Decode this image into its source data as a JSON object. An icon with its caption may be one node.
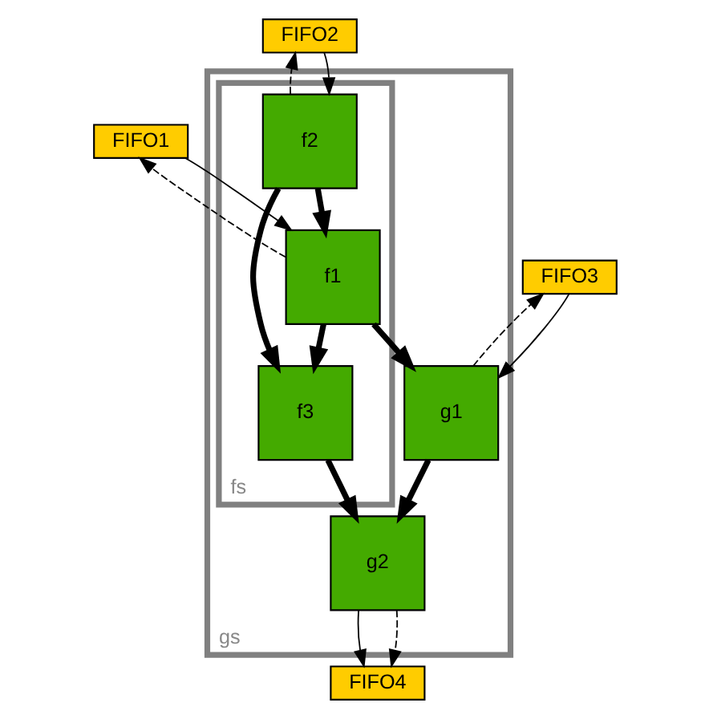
{
  "diagram": {
    "nodes": [
      {
        "text": [
          "FIFO1"
        ]
      },
      {
        "text": [
          "FIFO2"
        ]
      },
      {
        "text": [
          "FIFO3"
        ]
      },
      {
        "text": [
          "gs"
        ]
      },
      {
        "text": [
          "fs"
        ],
        "in": 3
      },
      {
        "text": [
          "f2"
        ],
        "in": 4
      },
      {
        "text": [
          "f1"
        ],
        "in": 4
      },
      {
        "text": [
          "f3"
        ],
        "in": 4
      },
      {
        "text": [
          "g1"
        ],
        "in": 3
      },
      {
        "text": [
          "g2"
        ],
        "in": 3
      },
      {
        "text": [
          "FIFO4"
        ]
      }
    ],
    "edges": [
      {
        "from": 0,
        "to": 6,
        "arrow": "to"
      },
      {
        "from": 1,
        "to": 5,
        "arrow": "to"
      },
      {
        "from": 2,
        "to": 8,
        "arrow": "to"
      },
      {
        "from": 5,
        "to": 6,
        "arrow": "to",
        "style": "thick"
      },
      {
        "from": 5,
        "to": 7,
        "arrow": "to",
        "style": "thick"
      },
      {
        "from": 6,
        "to": 7,
        "arrow": "to",
        "style": "thick"
      },
      {
        "from": 6,
        "to": 8,
        "arrow": "to",
        "style": "thick"
      },
      {
        "from": 7,
        "to": 9,
        "arrow": "to",
        "style": "thick"
      },
      {
        "from": 8,
        "to": 9,
        "arrow": "to",
        "style": "thick"
      },
      {
        "from": 9,
        "to": 10,
        "arrow": "to"
      },
      {
        "from": 9,
        "to": 10,
        "arrow": "to",
        "style": "dashed"
      },
      {
        "from": 6,
        "to": 0,
        "arrow": "to",
        "style": "dashed"
      },
      {
        "from": 5,
        "to": 1,
        "arrow": "to",
        "style": "dashed"
      },
      {
        "from": 8,
        "to": 2,
        "arrow": "to",
        "style": "dashed"
      }
    ]
  }
}
